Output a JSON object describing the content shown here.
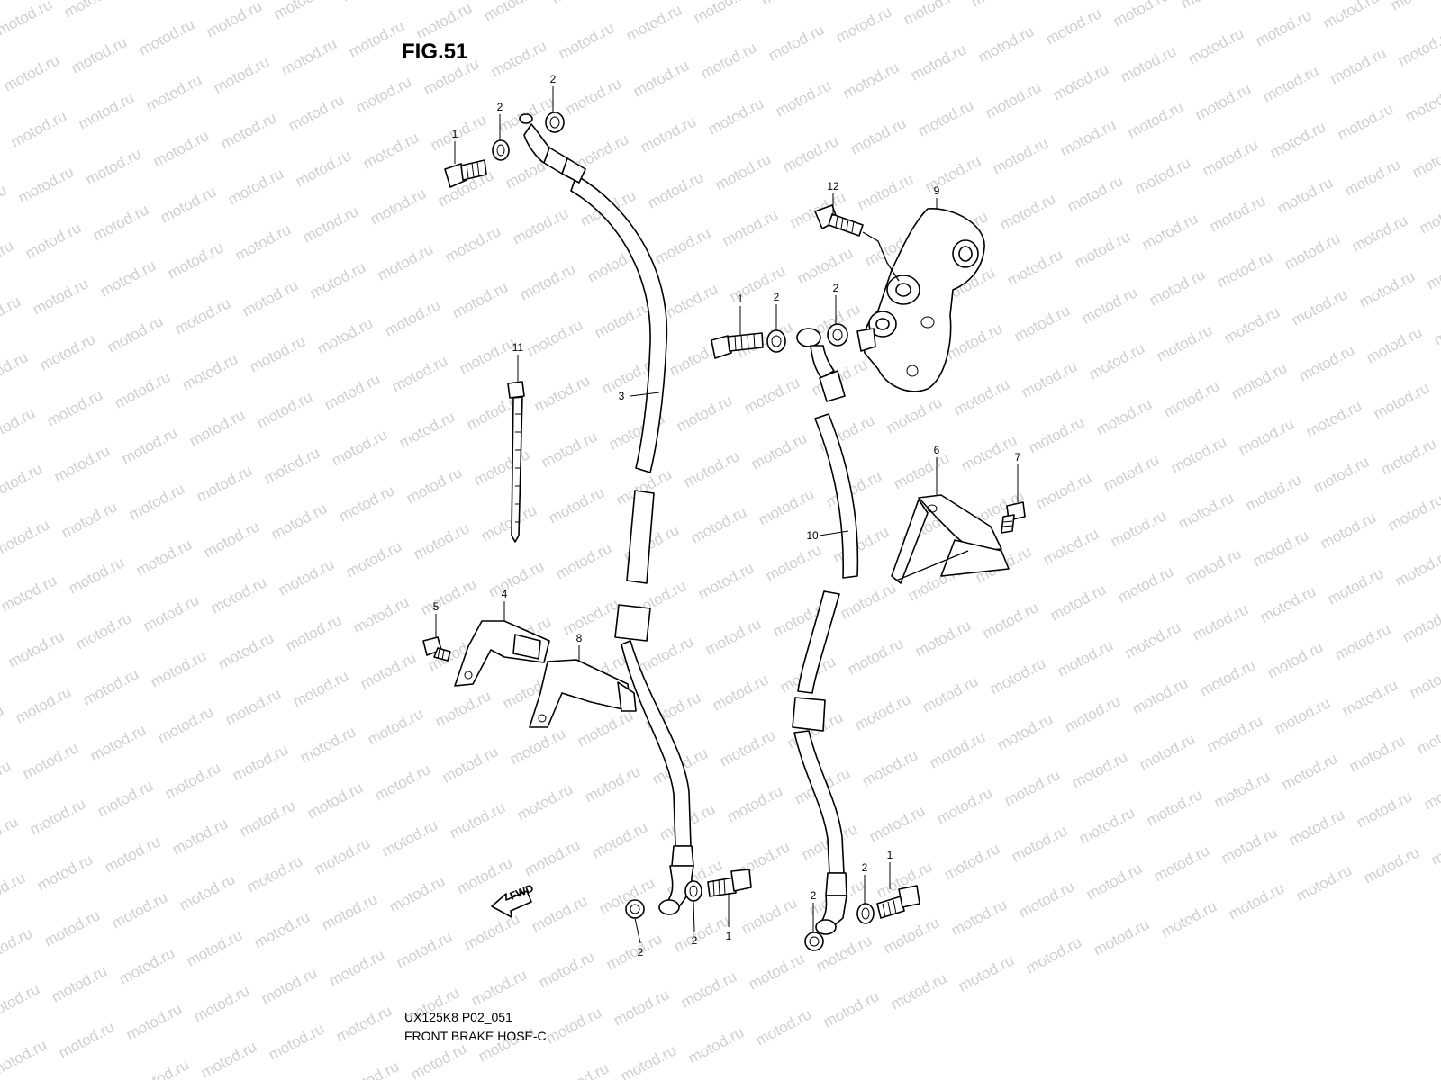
{
  "figure": {
    "title": "FIG.51",
    "model_code": "UX125K8 P02_051",
    "caption": "FRONT BRAKE  HOSE-C",
    "watermark": "motod.ru",
    "fwd_arrow_label": "FWD"
  },
  "callouts": [
    {
      "id": "c1a",
      "part": "1"
    },
    {
      "id": "c2a",
      "part": "2"
    },
    {
      "id": "c2b",
      "part": "2"
    },
    {
      "id": "c3",
      "part": "3"
    },
    {
      "id": "c11",
      "part": "11"
    },
    {
      "id": "c12",
      "part": "12"
    },
    {
      "id": "c9",
      "part": "9"
    },
    {
      "id": "c1b",
      "part": "1"
    },
    {
      "id": "c2c",
      "part": "2"
    },
    {
      "id": "c2d",
      "part": "2"
    },
    {
      "id": "c6",
      "part": "6"
    },
    {
      "id": "c7",
      "part": "7"
    },
    {
      "id": "c10",
      "part": "10"
    },
    {
      "id": "c5",
      "part": "5"
    },
    {
      "id": "c4",
      "part": "4"
    },
    {
      "id": "c8",
      "part": "8"
    },
    {
      "id": "c2e",
      "part": "2"
    },
    {
      "id": "c2f",
      "part": "2"
    },
    {
      "id": "c1c",
      "part": "1"
    },
    {
      "id": "c2g",
      "part": "2"
    },
    {
      "id": "c2h",
      "part": "2"
    },
    {
      "id": "c1d",
      "part": "1"
    }
  ],
  "colors": {
    "ink": "#000000",
    "watermark": "#cfcfcf",
    "background": "#ffffff"
  }
}
